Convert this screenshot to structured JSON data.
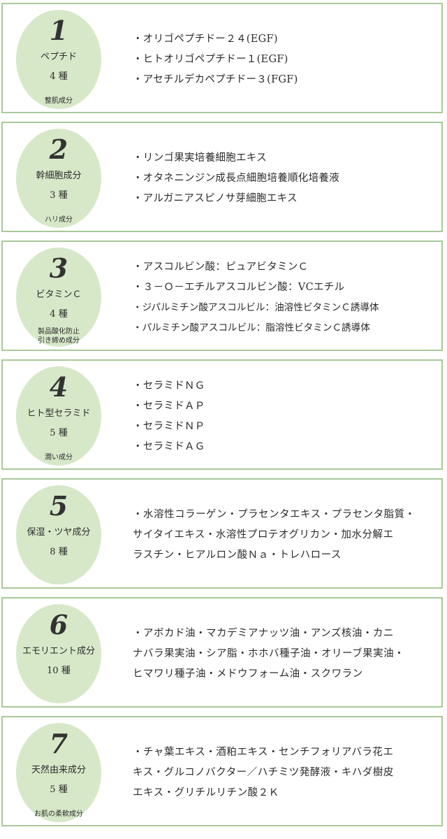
{
  "colors": {
    "border": "#a8c99a",
    "circle": "#d7e8c9",
    "text": "#2b2b2b"
  },
  "cards": [
    {
      "number": "1",
      "name": "ペプチド",
      "count": "4 種",
      "effect": "整肌成分",
      "items": [
        "・オリゴペプチドー２４(EGF)",
        "・ヒトオリゴペプチドー１(EGF)",
        "・アセチルデカペプチドー３(FGF)"
      ]
    },
    {
      "number": "2",
      "name": "幹細胞成分",
      "count": "3 種",
      "effect": "ハリ成分",
      "items": [
        "・リンゴ果実培養細胞エキス",
        "・オタネニンジン成長点細胞培養順化培養液",
        "・アルガニアスピノサ芽細胞エキス"
      ]
    },
    {
      "number": "3",
      "name": "ビタミンＣ",
      "count": "4 種",
      "effect_line1": "製品酸化防止",
      "effect_line2": "引き締め成分",
      "items": [
        "・アスコルビン酸：ピュアビタミンＣ",
        "・３－Ｏ－エチルアスコルビン酸：VCエチル",
        "・ジパルミチン酸アスコルビル：油溶性ビタミンＣ誘導体",
        "・パルミチン酸アスコルビル：脂溶性ビタミンＣ誘導体"
      ]
    },
    {
      "number": "4",
      "name": "ヒト型セラミド",
      "count": "5 種",
      "effect": "潤い成分",
      "items": [
        "・セラミドＮＧ",
        "・セラミドＡＰ",
        "・セラミドＮＰ",
        "・セラミドＡＧ"
      ]
    },
    {
      "number": "5",
      "name": "保湿・ツヤ成分",
      "count": "8 種",
      "items_lines": [
        "・水溶性コラーゲン・プラセンタエキス・プラセンタ脂質・",
        "サイタイエキス・水溶性プロテオグリカン・加水分解エ",
        "ラスチン・ヒアルロン酸Ｎａ・トレハロース"
      ]
    },
    {
      "number": "6",
      "name": "エモリエント成分",
      "count": "10 種",
      "items_lines": [
        "・アボカド油・マカデミアナッツ油・アンズ核油・カニ",
        "ナバラ果実油・シア脂・ホホバ種子油・オリーブ果実油・",
        "ヒマワリ種子油・メドウフォーム油・スクワラン"
      ]
    },
    {
      "number": "7",
      "name": "天然由来成分",
      "count": "5 種",
      "effect": "お肌の柔軟成分",
      "items_lines": [
        "・チャ葉エキス・酒粕エキス・センチフォリアバラ花エ",
        "キス・グルコノバクター／ハチミツ発酵液・キハダ樹皮",
        "エキス・グリチルリチン酸２Ｋ"
      ]
    }
  ]
}
